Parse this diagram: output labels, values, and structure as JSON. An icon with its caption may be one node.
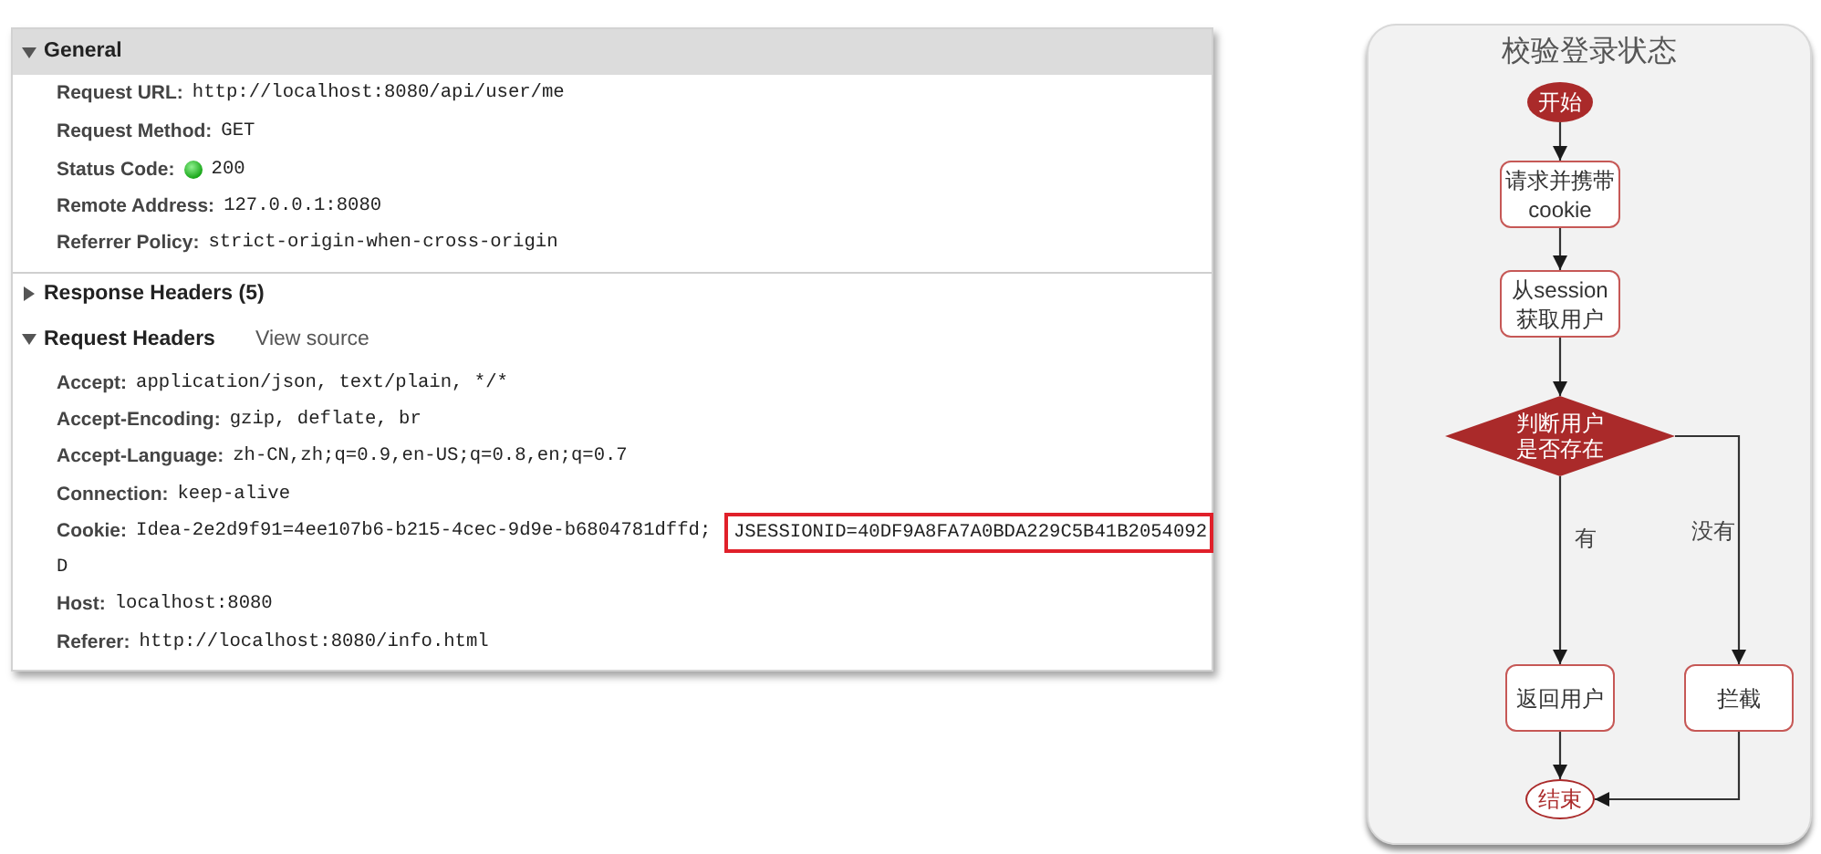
{
  "diagram": {
    "nodes": [
      {
        "text": [
          "General"
        ]
      },
      {
        "text": [
          "JSESSIONID=40DF9A8FA7A0BDA229C5B41B2054092"
        ]
      },
      {
        "text": [
          "校验登录状态"
        ]
      },
      {
        "text": [
          "开始"
        ],
        "in": 2
      },
      {
        "text": [
          "请求并携带cookie"
        ],
        "in": 2
      },
      {
        "text": [
          "从session获取用户"
        ],
        "in": 2
      },
      {
        "text": [
          "判断用户是否存在"
        ],
        "in": 2
      },
      {
        "text": [
          "返回用户"
        ],
        "in": 2
      },
      {
        "text": [
          "拦截"
        ],
        "in": 2
      },
      {
        "text": [
          "结束"
        ],
        "in": 2
      }
    ],
    "edges": [
      {
        "from": 3,
        "to": 4,
        "arrow": "to"
      },
      {
        "from": 4,
        "to": 5,
        "arrow": "to"
      },
      {
        "from": 5,
        "to": 6,
        "arrow": "to"
      },
      {
        "from": 6,
        "to": 7,
        "arrow": "to",
        "label": "有"
      },
      {
        "from": 6,
        "to": 8,
        "arrow": "to",
        "label": "没有"
      },
      {
        "from": 7,
        "to": 9,
        "arrow": "to"
      },
      {
        "from": 8,
        "to": 9,
        "arrow": "to"
      }
    ],
    "labels": [
      "Request URL:",
      "http://localhost:8080/api/user/me",
      "Request Method:",
      "GET",
      "Status Code:",
      "200",
      "Remote Address:",
      "127.0.0.1:8080",
      "Referrer Policy:",
      "strict-origin-when-cross-origin",
      "Response Headers (5)",
      "Request Headers",
      "View source",
      "Accept:",
      "application/json, text/plain, */*",
      "Accept-Encoding:",
      "gzip, deflate, br",
      "Accept-Language:",
      "zh-CN,zh;q=0.9,en-US;q=0.8,en;q=0.7",
      "Connection:",
      "keep-alive",
      "Cookie:",
      "Idea-2e2d9f91=4ee107b6-b215-4cec-9d9e-b6804781dffd;",
      "D",
      "Host:",
      "localhost:8080",
      "Referer:",
      "http://localhost:8080/info.html"
    ]
  }
}
